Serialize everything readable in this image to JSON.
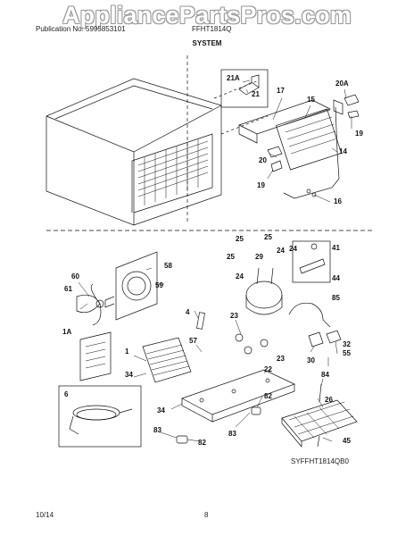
{
  "watermark": "AppliancePartsPros.com",
  "header": {
    "publication": "Publication No: 5995853101",
    "model": "FFHT1814Q"
  },
  "section_title": "SYSTEM",
  "callouts": {
    "c21a": "21A",
    "c21": "21",
    "c17": "17",
    "c15": "15",
    "c20a": "20A",
    "c19a": "19",
    "c14": "14",
    "c20": "20",
    "c19b": "19",
    "c16": "16",
    "c25a": "25",
    "c25b": "25",
    "c24a": "24",
    "c24b": "24",
    "c41": "41",
    "c25c": "25",
    "c29": "29",
    "c44": "44",
    "c60": "60",
    "c58": "58",
    "c24c": "24",
    "c59": "59",
    "c61": "61",
    "c85": "85",
    "c4": "4",
    "c23a": "23",
    "c1a": "1A",
    "c57": "57",
    "c1": "1",
    "c32": "32",
    "c30": "30",
    "c55": "55",
    "c23b": "23",
    "c34": "34",
    "c22": "22",
    "c84": "84",
    "c6": "6",
    "c26": "26",
    "c82a": "82",
    "c34b": "34",
    "c83a": "83",
    "c83b": "83",
    "c82b": "82",
    "c45": "45"
  },
  "diagram_code": "SYFFHT1814QB0",
  "footer": {
    "date": "10/14",
    "page": "8"
  }
}
